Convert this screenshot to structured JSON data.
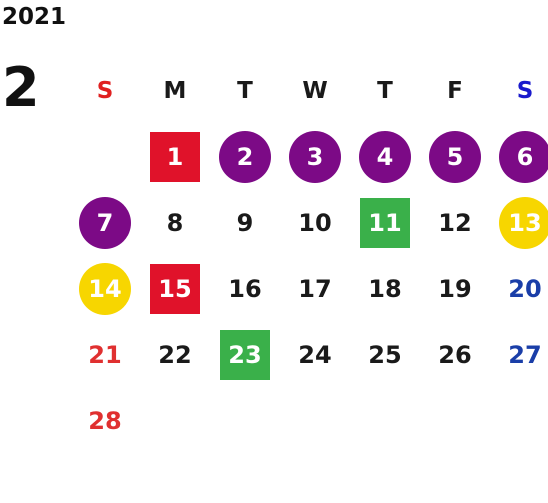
{
  "year": "2021",
  "month": "2",
  "weekdays": [
    "S",
    "M",
    "T",
    "W",
    "T",
    "F",
    "S"
  ],
  "weeks": [
    [
      "",
      "1",
      "2",
      "3",
      "4",
      "5",
      "6"
    ],
    [
      "7",
      "8",
      "9",
      "10",
      "11",
      "12",
      "13"
    ],
    [
      "14",
      "15",
      "16",
      "17",
      "18",
      "19",
      "20"
    ],
    [
      "21",
      "22",
      "23",
      "24",
      "25",
      "26",
      "27"
    ],
    [
      "28",
      "",
      "",
      "",
      "",
      "",
      ""
    ]
  ],
  "highlights": {
    "1": "red",
    "15": "red",
    "2": "purple",
    "3": "purple",
    "4": "purple",
    "5": "purple",
    "6": "purple",
    "7": "purple",
    "11": "green",
    "23": "green",
    "13": "yellow",
    "14": "yellow"
  },
  "colors": {
    "sunday": "#e03030",
    "saturday": "#1a3ea8",
    "holiday_red": "#e0122a",
    "purple": "#7c0a86",
    "green": "#3ab04a",
    "yellow": "#f7d600"
  }
}
